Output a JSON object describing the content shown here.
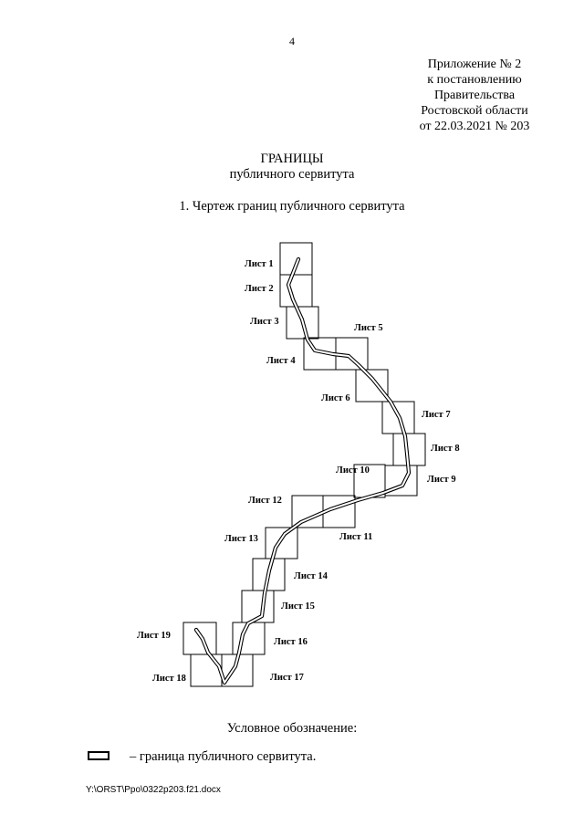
{
  "page_number": "4",
  "appendix": {
    "line1": "Приложение № 2",
    "line2": "к постановлению",
    "line3": "Правительства",
    "line4": "Ростовской области",
    "line5": "от 22.03.2021 № 203"
  },
  "title": "ГРАНИЦЫ",
  "subtitle": "публичного сервитута",
  "section_heading": "1. Чертеж границ публичного сервитута",
  "sheets": [
    "Лист 1",
    "Лист 2",
    "Лист 3",
    "Лист 4",
    "Лист 5",
    "Лист 6",
    "Лист 7",
    "Лист 8",
    "Лист 9",
    "Лист 10",
    "Лист 11",
    "Лист 12",
    "Лист 13",
    "Лист 14",
    "Лист 15",
    "Лист 16",
    "Лист 17",
    "Лист 18",
    "Лист 19"
  ],
  "legend": {
    "title": "Условное обозначение:",
    "dash": "–",
    "text": "граница публичного сервитута."
  },
  "footer_path": "Y:\\ORST\\Ppo\\0322p203.f21.docx"
}
